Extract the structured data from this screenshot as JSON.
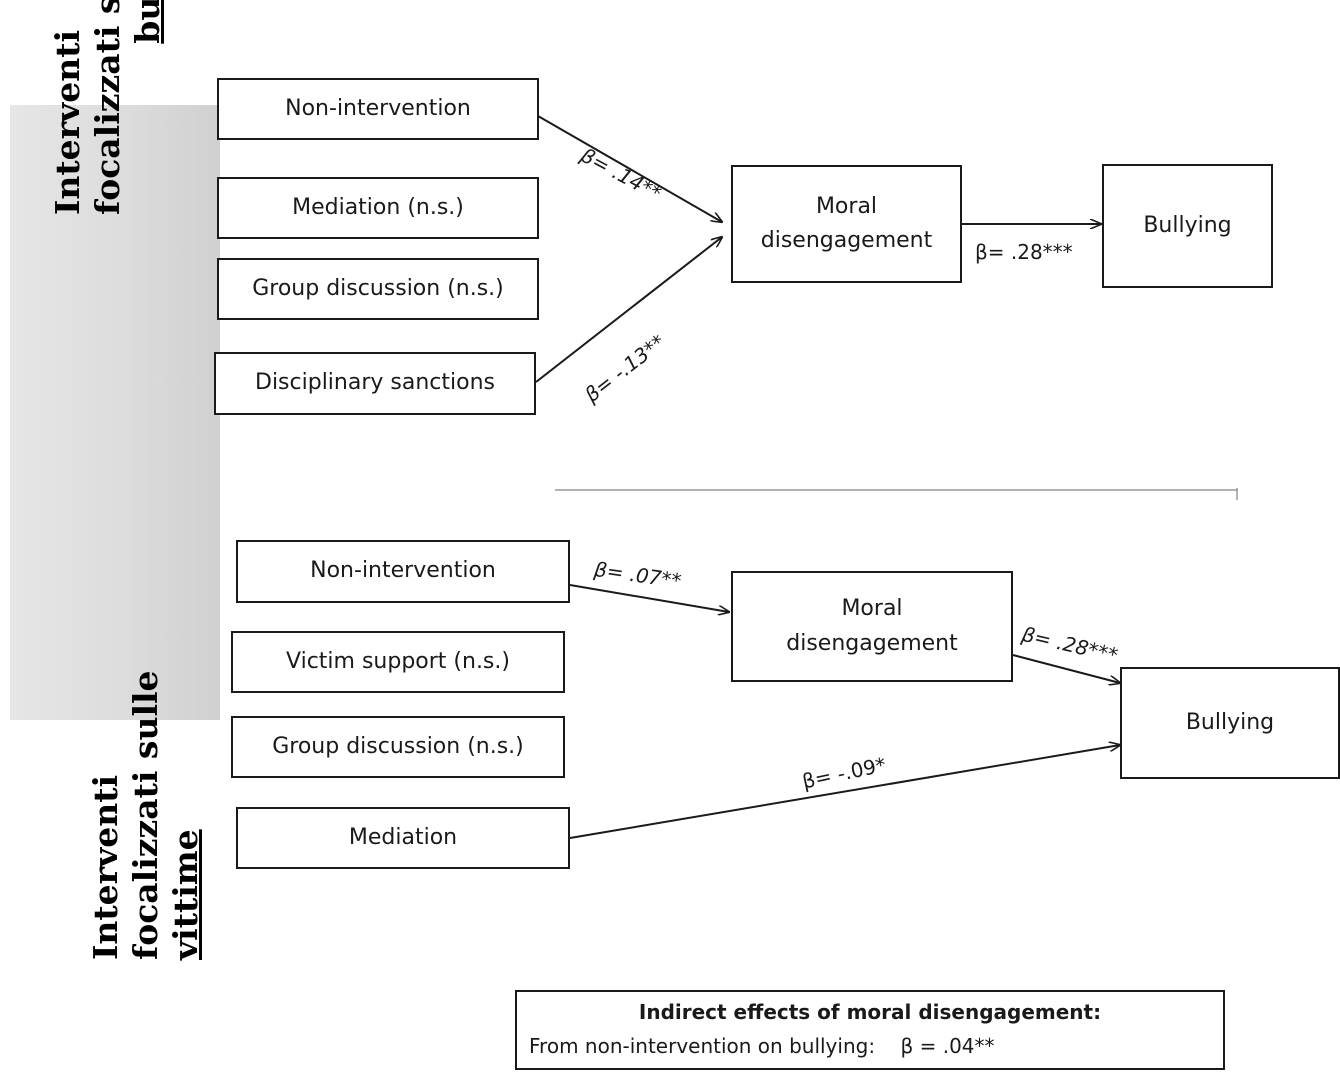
{
  "top": {
    "heading_lines": [
      "Interventi",
      "focalizzati sui",
      "bulli"
    ],
    "predictors": [
      "Non-intervention",
      "Mediation (n.s.)",
      "Group discussion  (n.s.)",
      "Disciplinary sanctions"
    ],
    "mediator": "Moral disengagement",
    "outcome": "Bullying",
    "paths": {
      "non_intervention": "β= .14**",
      "sanctions": "β= -.13**",
      "md_bullying": "β= .28***"
    }
  },
  "bottom": {
    "heading_lines": [
      "Interventi",
      "focalizzati sulle",
      "vittime"
    ],
    "predictors": [
      "Non-intervention",
      "Victim support (n.s.)",
      "Group discussion  (n.s.)",
      "Mediation"
    ],
    "mediator": "Moral disengagement",
    "outcome": "Bullying",
    "paths": {
      "non_intervention": "β= .07**",
      "md_bullying": "β= .28***",
      "mediation_bullying": "β= -.09*"
    }
  },
  "note": {
    "title": "Indirect effects of moral disengagement:",
    "line": "From non-intervention on bullying:    β = .04**"
  },
  "colors": {
    "line": "#1a1a1a",
    "illustration": "#dcdcdc"
  }
}
